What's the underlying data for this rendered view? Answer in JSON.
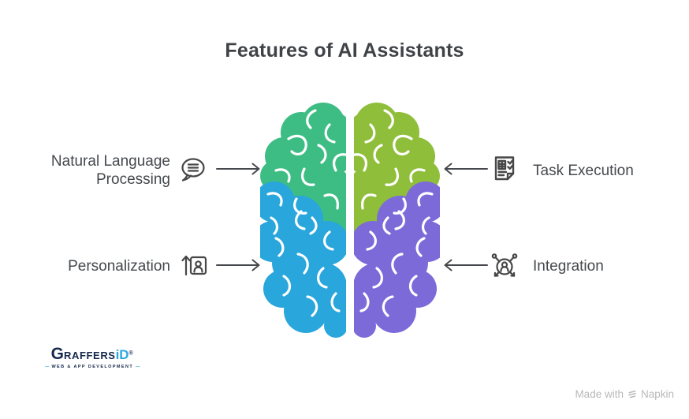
{
  "title": "Features of AI Assistants",
  "features": {
    "left": [
      {
        "label": "Natural Language Processing",
        "icon": "chat-icon"
      },
      {
        "label": "Personalization",
        "icon": "user-upload-icon"
      }
    ],
    "right": [
      {
        "label": "Task Execution",
        "icon": "task-checklist-icon"
      },
      {
        "label": "Integration",
        "icon": "integration-network-icon"
      }
    ]
  },
  "brain": {
    "quadrants": {
      "top_left": {
        "color": "#3dbd84"
      },
      "top_right": {
        "color": "#8fbe3a"
      },
      "bottom_left": {
        "color": "#29a6db"
      },
      "bottom_right": {
        "color": "#7d6ad9"
      }
    }
  },
  "logo": {
    "g": "G",
    "rest": "RAFFERS",
    "suffix": "iD",
    "registered": "®",
    "dash": "—",
    "tagline": "WEB & APP DEVELOPMENT",
    "navy_color": "#16294d",
    "cyan_color": "#2aa9e0"
  },
  "watermark": {
    "made_with": "Made with",
    "brand": "Napkin"
  },
  "colors": {
    "title_text": "#3f4347",
    "label_text": "#45494d",
    "icon_stroke": "#474747",
    "watermark_text": "#b9b9b9",
    "background": "#ffffff"
  }
}
